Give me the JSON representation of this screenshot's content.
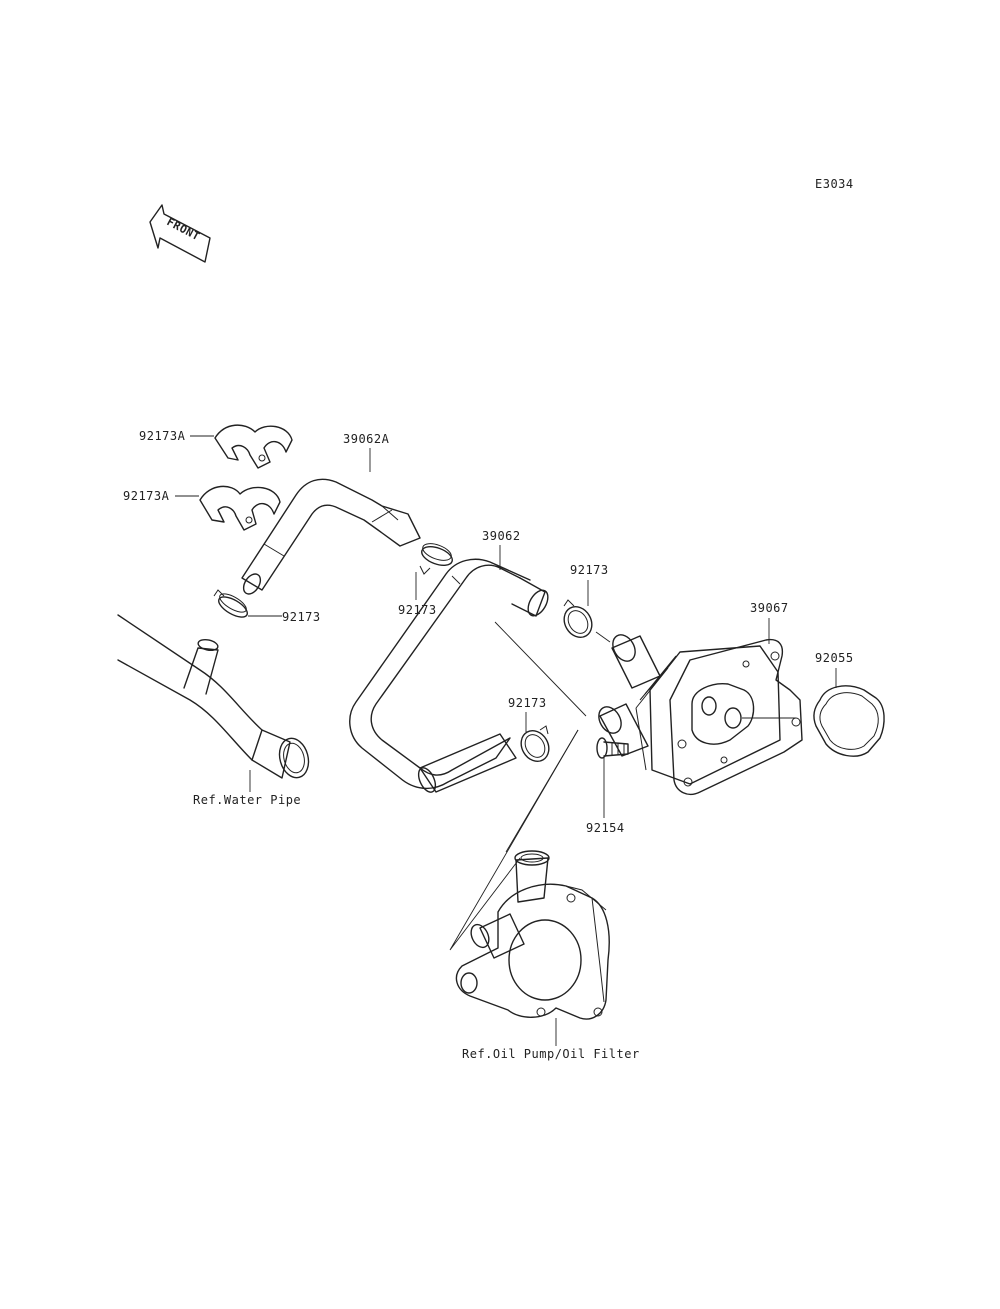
{
  "diagram": {
    "code": "E3034",
    "front_label": "FRONT",
    "callouts": {
      "c92173a_top": "92173A",
      "c92173a_bottom": "92173A",
      "c39062a": "39062A",
      "c39062": "39062",
      "c92173_left": "92173",
      "c92173_mid": "92173",
      "c92173_right": "92173",
      "c92173_lower": "92173",
      "c39067": "39067",
      "c92055": "92055",
      "c92154": "92154",
      "ref_water_pipe": "Ref.Water Pipe",
      "ref_oil_pump": "Ref.Oil Pump/Oil Filter"
    }
  }
}
